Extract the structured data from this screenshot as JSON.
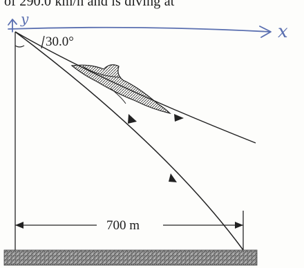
{
  "header_text": "of 290.0 km/h and is diving at",
  "figure": {
    "angle_label": "30.0°",
    "distance_label": "700 m",
    "axis_x_label": "x",
    "axis_y_label": "y"
  }
}
